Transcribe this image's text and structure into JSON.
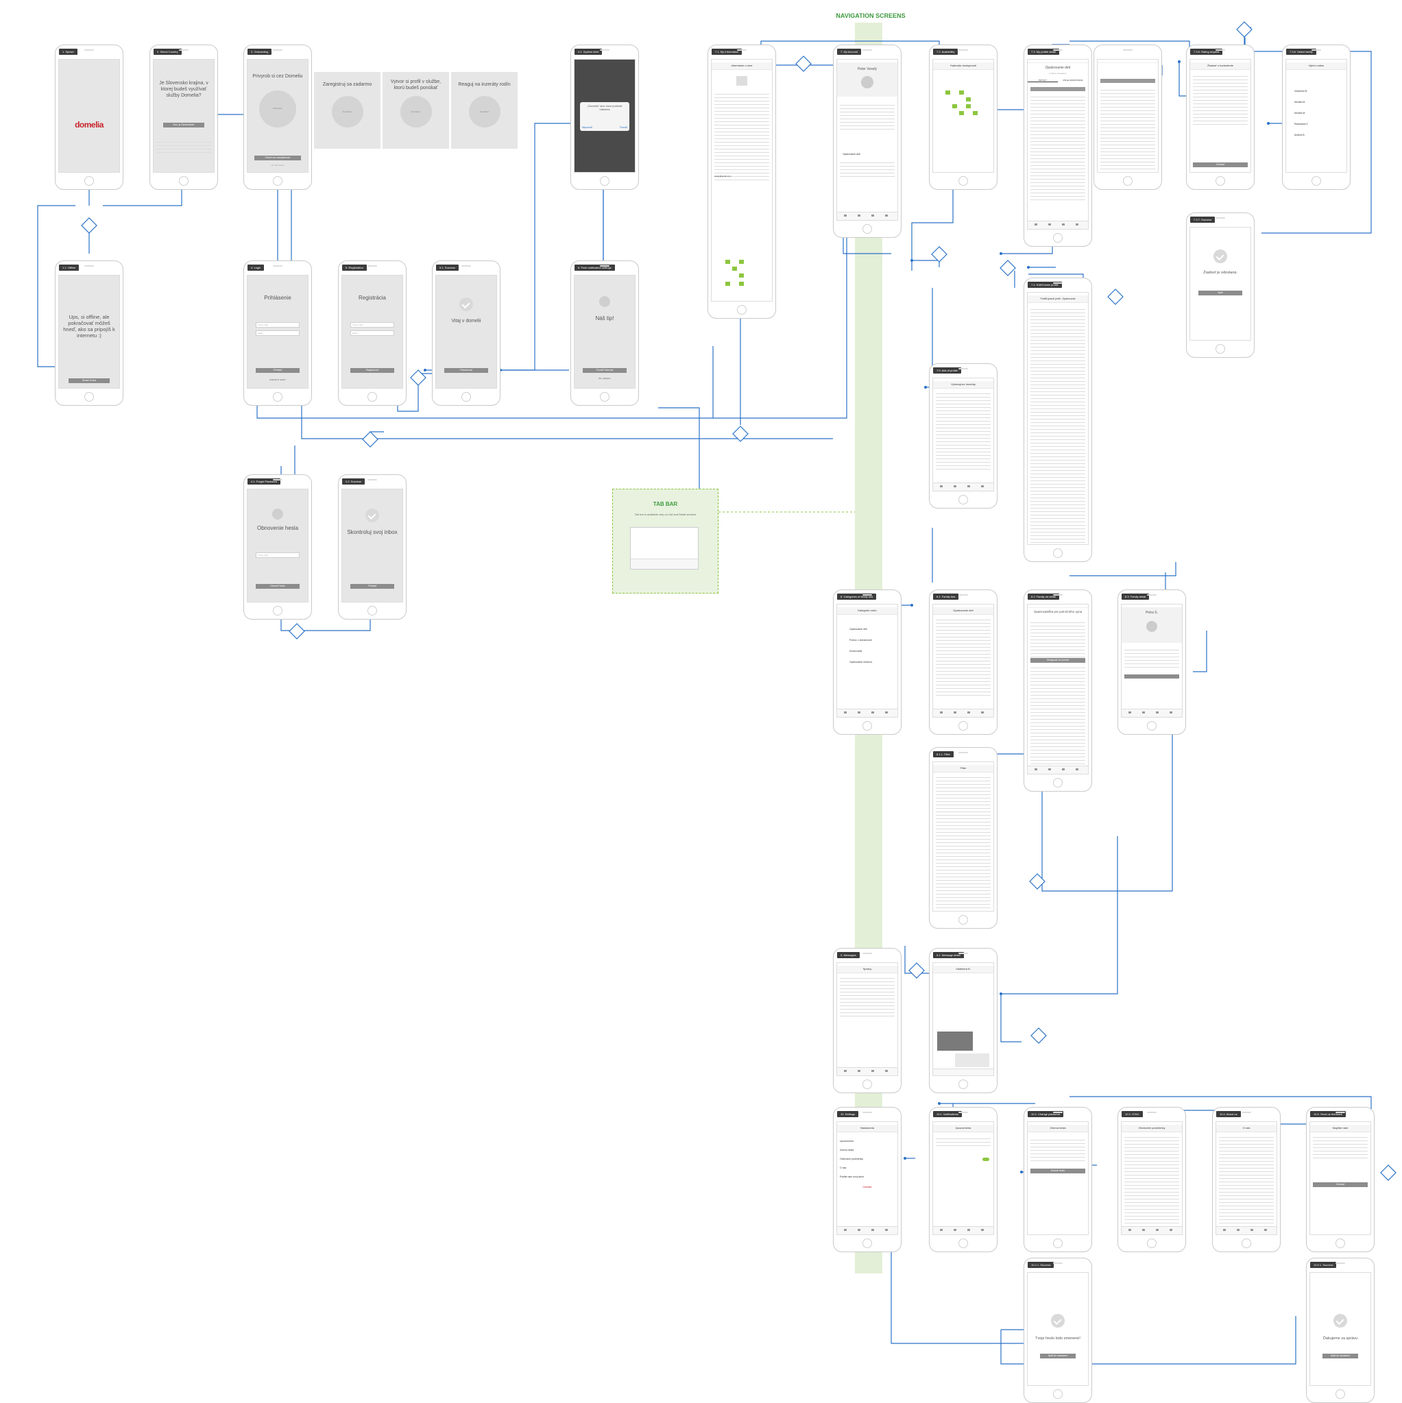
{
  "nav_title": "NAVIGATION SCREENS",
  "tab_bar": {
    "title": "TAB BAR",
    "subtitle": "Tab bar is available only on List and Detail screens"
  },
  "screens": {
    "splash": {
      "tag": "1. Splash",
      "logo": "domelia"
    },
    "select_country": {
      "tag": "2. Select Country",
      "title": "Je Slovensko krajina, v ktorej budeš využívať služby Domelia?",
      "button": "Áno, je Slovenskom"
    },
    "onboarding": {
      "tag": "3. Onboarding",
      "title": "Privyrob si cez Domeliu",
      "button": "Chcem sa zaregistrovať",
      "link": "Už mám konto",
      "illustration": "Illustration"
    },
    "onb2": {
      "title": "Zaregistruj sa zadarmo",
      "illustration": "Illustration"
    },
    "onb3": {
      "title": "Vytvor si profil v službe, ktorú budeš ponúkať",
      "illustration": "Illustration"
    },
    "onb4": {
      "title": "Reaguj na inzeráty rodín",
      "illustration": "Illustration"
    },
    "system_alert": {
      "tag": "4.1. System Alert",
      "title": "„Domelia\" síce chce posielať hlásenia",
      "allow": "Povoliť",
      "deny": "Nepovoliť"
    },
    "offline": {
      "tag": "1.1. Offline",
      "title": "Ups, si offline, ale pokračovať môžeš hneď, ako sa pripojíš k internetu :)",
      "button": "Skúsiť znova"
    },
    "login": {
      "tag": "4. Login",
      "title": "Prihlásenie",
      "email": "Tvoj e-mail",
      "password": "Heslo",
      "button": "Prihlásiť",
      "link": "Zabudol si heslo?"
    },
    "registration": {
      "tag": "5. Registration",
      "title": "Registrácia",
      "email": "Tvoj e-mail",
      "password": "Heslo",
      "button": "Registrovať"
    },
    "success_welcome": {
      "tag": "5.1. Success",
      "title": "Vitaj v domelii",
      "button": "Pokračovať"
    },
    "push_settings": {
      "tag": "6. Push notification settings",
      "title": "Náš tip!",
      "button": "Povoliť hlásenia",
      "link": "Nie, ďakujem"
    },
    "forgot_password": {
      "tag": "4.1. Forgot Password",
      "title": "Obnovenie hesla",
      "email": "Tvoj e-mail",
      "button": "Obnoviť heslo"
    },
    "success_inbox": {
      "tag": "4.2. Success",
      "title": "Skontroluj svoj inbox",
      "button": "Prihlásiť"
    },
    "my_information": {
      "tag": "7.1. My Information",
      "title": "Informácie o mne",
      "email": "lesely@gmail.com"
    },
    "my_account": {
      "tag": "7. My Account",
      "name": "Peter Veselý",
      "role_label": "Opatrovanie detí"
    },
    "availability": {
      "tag": "7.2. Availability",
      "title": "Kalendár dostupnosti"
    },
    "my_profile_detail": {
      "tag": "7.3. My profile detail",
      "title": "Opatrovanie detí",
      "subtitle": "profil je zverejnený",
      "tab1": "DETAILY",
      "tab2": "MOJE HODNOTENIA"
    },
    "rating_request": {
      "tag": "7.3.5. Rating request",
      "title": "Žiadosť o hodnotenie",
      "button": "Odoslať"
    },
    "select_family": {
      "tag": "7.3.6. Select family",
      "title": "Vyber rodinu",
      "families": [
        "Vladimíra B.",
        "Monika M.",
        "Monika M.",
        "Radoslava Z.",
        "Andrea B."
      ]
    },
    "success_request": {
      "tag": "7.3.7. Success",
      "title": "Žiadosť je odoslaná.",
      "button": "Späť"
    },
    "edit_profile": {
      "tag": "7.4. Edit/Create profile",
      "title": "Profil/Upraviť profil - Opatrovanie"
    },
    "ads_of_profile": {
      "tag": "7.5. Ads of profile",
      "title": "Vyhovujúce inzeráty"
    },
    "categories": {
      "tag": "8. Categories of family ads",
      "title": "Kategórie rodín",
      "items": [
        "Opatrovanie detí",
        "Pomoc v domácnosti",
        "Doučovanie",
        "Opatrovanie seniorov"
      ]
    },
    "family_ads": {
      "tag": "8.1. Family Ads",
      "title": "Opatrovanie detí"
    },
    "family_ad_detail": {
      "tag": "8.2. Family ad detail",
      "title": "Opatrovateľka pre polročného syna",
      "button": "Reagovať na inzerát"
    },
    "family_detail": {
      "tag": "8.3. Family detail",
      "name": "Petra S."
    },
    "filter": {
      "tag": "8.1.1. Filter",
      "title": "Filter"
    },
    "messages": {
      "tag": "9. Messages",
      "title": "Správy"
    },
    "message_detail": {
      "tag": "9.1. Message detail",
      "title": "Vladimíra B."
    },
    "settings": {
      "tag": "10. Settings",
      "title": "Nastavenia",
      "items": [
        "Upozornenia",
        "Zmena hesla",
        "Obchodné podmienky",
        "O nás",
        "Pošlite nám svoj názor",
        "Odhlásiť"
      ]
    },
    "notifications": {
      "tag": "10.1. Notifications",
      "title": "Upozornenia"
    },
    "change_password": {
      "tag": "10.2. Change password",
      "title": "Zmena hesla",
      "button": "Zmeniť heslo"
    },
    "terms": {
      "tag": "10.3. GTAC",
      "title": "Obchodné podmienky"
    },
    "about": {
      "tag": "10.4. About us",
      "title": "O nás"
    },
    "feedback": {
      "tag": "10.5. Send us feedback",
      "title": "Napíšte nám",
      "button": "Odoslať"
    },
    "success_password": {
      "tag": "10.2.1. Success",
      "title": "Tvoje heslo bolo zmenené!",
      "button": "Späť do nastavení"
    },
    "success_feedback": {
      "tag": "10.5.1. Success",
      "title": "Ďakujeme za správu",
      "button": "Späť do nastavení"
    }
  }
}
